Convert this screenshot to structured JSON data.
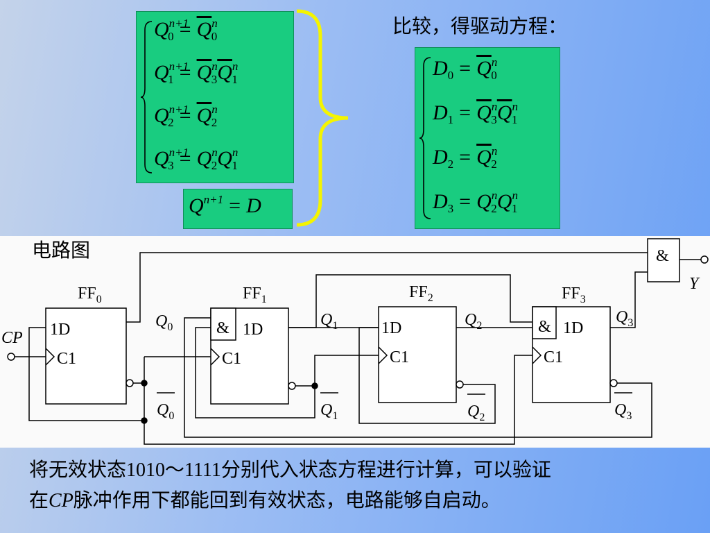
{
  "title": "比较，得驱动方程：",
  "state_equations": [
    {
      "lhs": "Q",
      "lhs_sub": "0",
      "lhs_sup": "n+1",
      "rhs": [
        {
          "v": "Q",
          "s": "0",
          "p": "n",
          "bar": true
        }
      ]
    },
    {
      "lhs": "Q",
      "lhs_sub": "1",
      "lhs_sup": "n+1",
      "rhs": [
        {
          "v": "Q",
          "s": "3",
          "p": "n",
          "bar": true
        },
        {
          "v": "Q",
          "s": "1",
          "p": "n",
          "bar": true
        }
      ]
    },
    {
      "lhs": "Q",
      "lhs_sub": "2",
      "lhs_sup": "n+1",
      "rhs": [
        {
          "v": "Q",
          "s": "2",
          "p": "n",
          "bar": true
        }
      ]
    },
    {
      "lhs": "Q",
      "lhs_sub": "3",
      "lhs_sup": "n+1",
      "rhs": [
        {
          "v": "Q",
          "s": "2",
          "p": "n",
          "bar": false
        },
        {
          "v": "Q",
          "s": "1",
          "p": "n",
          "bar": false
        }
      ]
    }
  ],
  "characteristic_equation": {
    "lhs": "Q",
    "lhs_sup": "n+1",
    "rhs": "D"
  },
  "drive_equations": [
    {
      "lhs": "D",
      "lhs_sub": "0",
      "rhs": [
        {
          "v": "Q",
          "s": "0",
          "p": "n",
          "bar": true
        }
      ]
    },
    {
      "lhs": "D",
      "lhs_sub": "1",
      "rhs": [
        {
          "v": "Q",
          "s": "3",
          "p": "n",
          "bar": true
        },
        {
          "v": "Q",
          "s": "1",
          "p": "n",
          "bar": true
        }
      ]
    },
    {
      "lhs": "D",
      "lhs_sub": "2",
      "rhs": [
        {
          "v": "Q",
          "s": "2",
          "p": "n",
          "bar": true
        }
      ]
    },
    {
      "lhs": "D",
      "lhs_sub": "3",
      "rhs": [
        {
          "v": "Q",
          "s": "2",
          "p": "n",
          "bar": false
        },
        {
          "v": "Q",
          "s": "1",
          "p": "n",
          "bar": false
        }
      ]
    }
  ],
  "circuit": {
    "label": "电路图",
    "ff_labels": [
      "FF",
      "FF",
      "FF",
      "FF"
    ],
    "ff_subs": [
      "0",
      "1",
      "2",
      "3"
    ],
    "d_pin": "1D",
    "c_pin": "C1",
    "and_symbol": "&",
    "cp": "CP",
    "y": "Y",
    "q_outputs": [
      "Q",
      "Q",
      "Q",
      "Q"
    ]
  },
  "bottom_text": {
    "line1": "将无效状态1010～1111分别代入状态方程进行计算，可以验证",
    "line2_pre": "在",
    "line2_cp": "CP",
    "line2_post": "脉冲作用下都能回到有效状态，电路能够自启动。"
  }
}
